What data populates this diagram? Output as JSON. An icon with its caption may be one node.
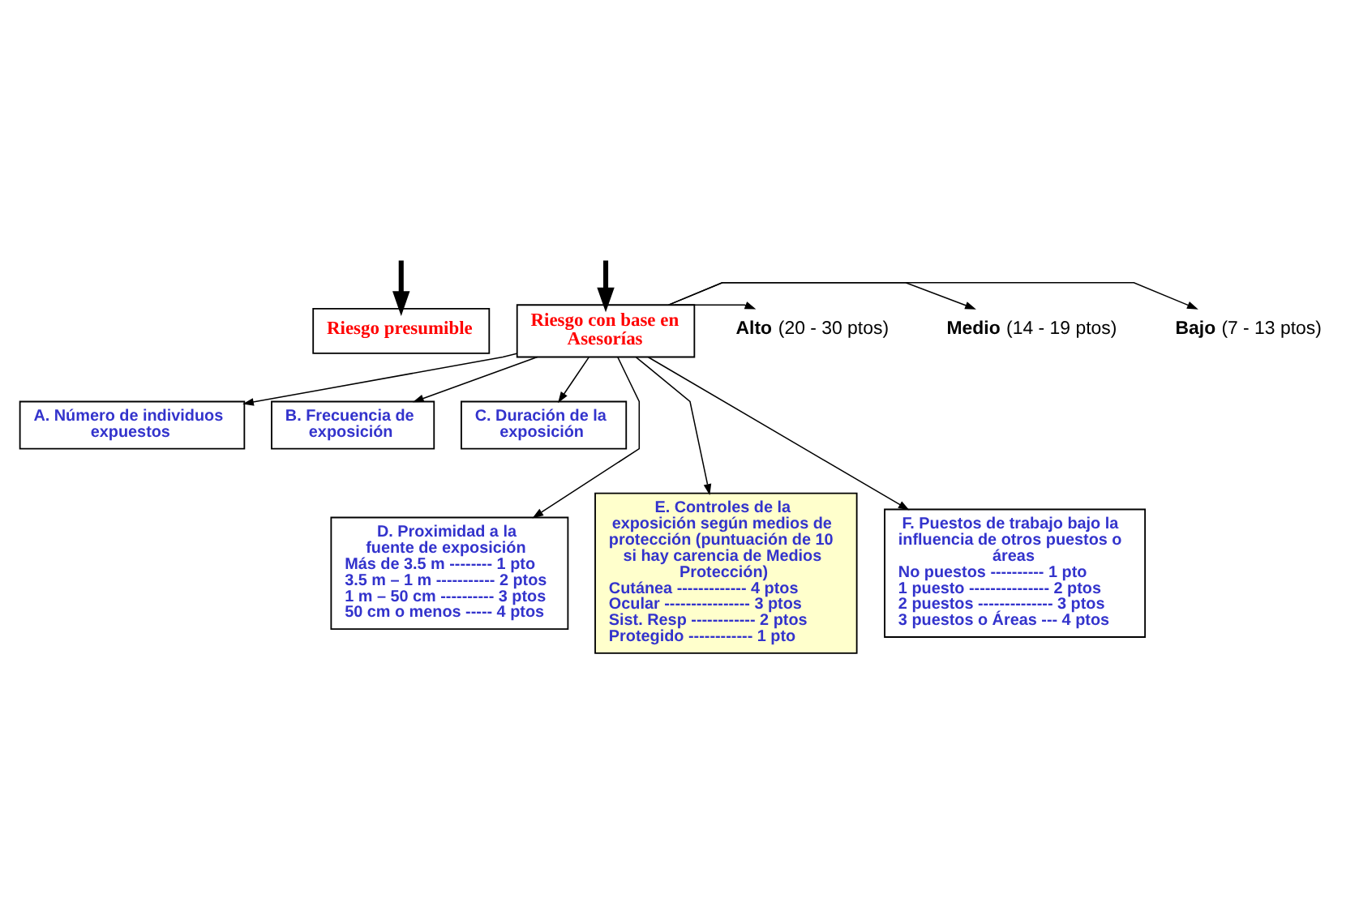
{
  "diagram": {
    "nodes": [
      {
        "text": [
          "Riesgo presumible"
        ]
      },
      {
        "text": [
          "Riesgo con base en Asesorías"
        ]
      },
      {
        "text": [
          "**Alto** (20 - 30 ptos)"
        ]
      },
      {
        "text": [
          "**Medio** (14 - 19 ptos)"
        ]
      },
      {
        "text": [
          "**Bajo** (7 - 13 ptos)"
        ]
      },
      {
        "text": [
          "A. Número de individuos expuestos"
        ]
      },
      {
        "text": [
          "B. Frecuencia de exposición"
        ]
      },
      {
        "text": [
          "C. Duración de la exposición"
        ]
      },
      {
        "text": [
          "D. Proximidad a la fuente de exposición",
          "Más de 3.5 m -------- 1 pto",
          "3.5 m – 1 m ----------- 2 ptos",
          "1 m – 50 cm ---------- 3 ptos",
          "50 cm o menos ----- 4 ptos"
        ]
      },
      {
        "text": [
          "E. Controles de la exposición según medios de protección (puntuación de 10 si hay carencia de Medios Protección)",
          "Cutánea ------------- 4 ptos",
          "Ocular ---------------- 3 ptos",
          "Sist. Resp ------------ 2 ptos",
          "Protegido ------------ 1 pto"
        ]
      },
      {
        "text": [
          "F. Puestos de trabajo bajo la influencia de otros puestos o áreas",
          "No puestos ---------- 1 pto",
          "1 puesto --------------- 2 ptos",
          "2 puestos -------------- 3 ptos",
          "3 puestos o Áreas --- 4 ptos"
        ]
      }
    ],
    "edges": [
      {
        "from": null,
        "to": 0,
        "arrow": "to",
        "style": "thick"
      },
      {
        "from": null,
        "to": 1,
        "arrow": "to",
        "style": "thick"
      },
      {
        "from": 1,
        "to": 2,
        "arrow": "to"
      },
      {
        "from": 1,
        "to": 3,
        "arrow": "to"
      },
      {
        "from": 1,
        "to": 4,
        "arrow": "to"
      },
      {
        "from": 1,
        "to": 5,
        "arrow": "to"
      },
      {
        "from": 1,
        "to": 6,
        "arrow": "to"
      },
      {
        "from": 1,
        "to": 7,
        "arrow": "to"
      },
      {
        "from": 1,
        "to": 8,
        "arrow": "to"
      },
      {
        "from": 1,
        "to": 9,
        "arrow": "to"
      },
      {
        "from": 1,
        "to": 10,
        "arrow": "to"
      }
    ]
  }
}
